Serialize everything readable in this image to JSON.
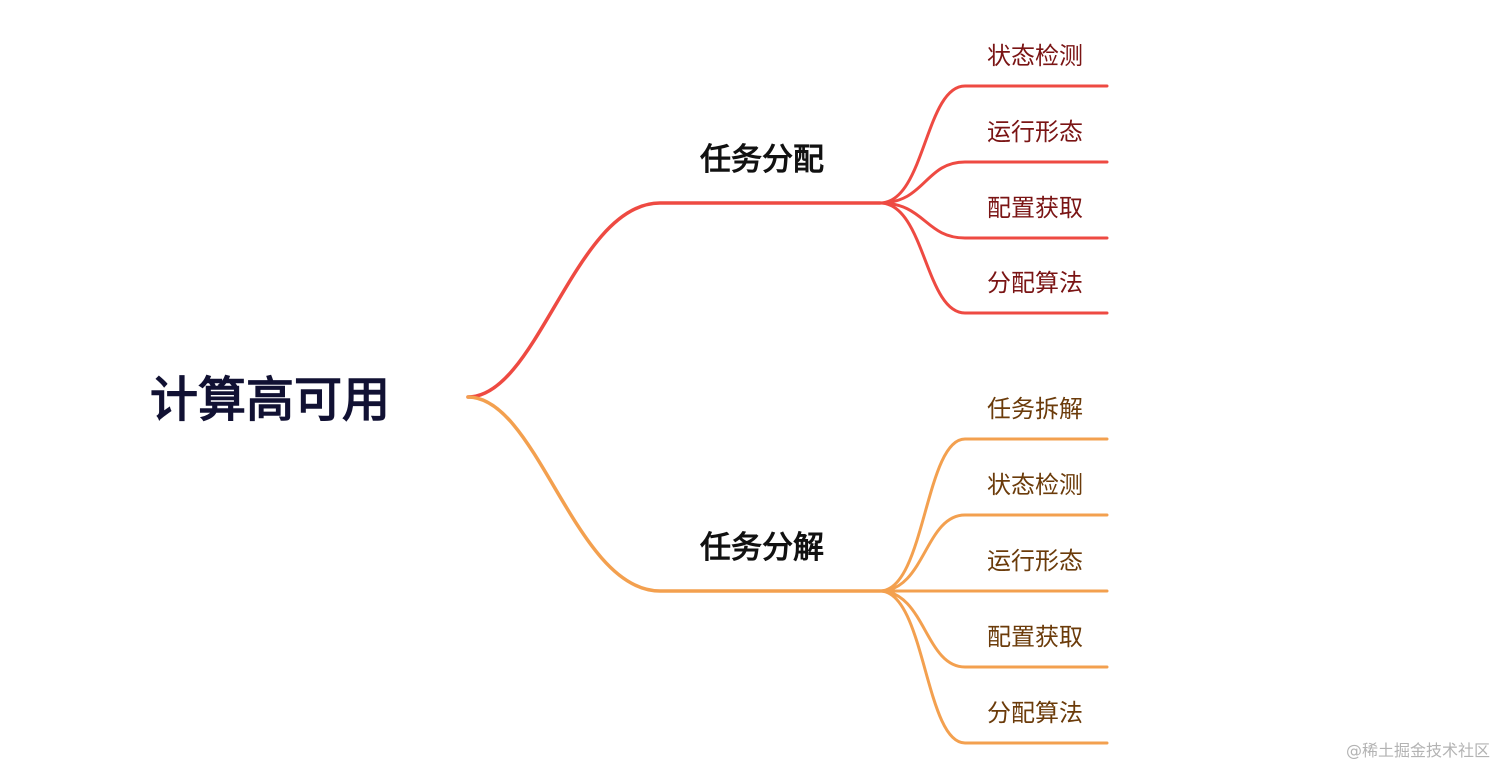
{
  "root": {
    "label": "计算高可用"
  },
  "branches": [
    {
      "label": "任务分配",
      "color": "#ee4a42",
      "leaf_text_color": "#7a1414",
      "leaves": [
        "状态检测",
        "运行形态",
        "配置获取",
        "分配算法"
      ]
    },
    {
      "label": "任务分解",
      "color": "#f3a04f",
      "leaf_text_color": "#6b3b0a",
      "leaves": [
        "任务拆解",
        "状态检测",
        "运行形态",
        "配置获取",
        "分配算法"
      ]
    }
  ],
  "watermark": "@稀土掘金技术社区"
}
